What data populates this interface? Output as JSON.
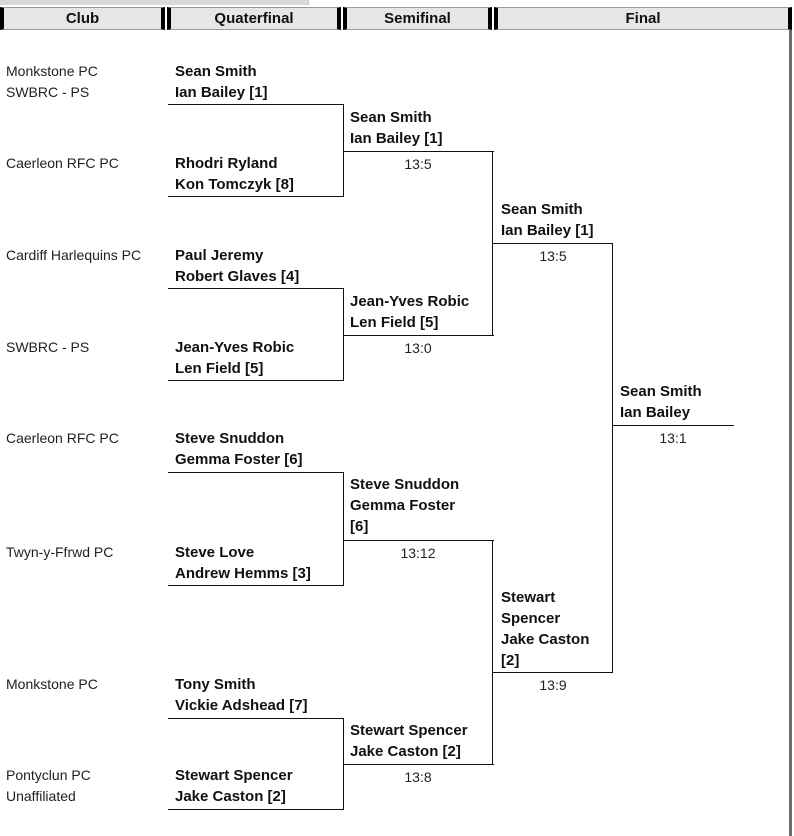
{
  "headers": {
    "club": "Club",
    "quarterfinal": "Quaterfinal",
    "semifinal": "Semifinal",
    "final": "Final"
  },
  "clubs": [
    [
      "Monkstone PC",
      "SWBRC - PS"
    ],
    [
      "Caerleon RFC PC"
    ],
    [
      "Cardiff Harlequins PC"
    ],
    [
      "SWBRC - PS"
    ],
    [
      "Caerleon RFC PC"
    ],
    [
      "Twyn-y-Ffrwd PC"
    ],
    [
      "Monkstone PC"
    ],
    [
      "Pontyclun PC",
      "Unaffiliated"
    ]
  ],
  "quarterfinal": [
    [
      "Sean Smith",
      "Ian Bailey [1]"
    ],
    [
      "Rhodri Ryland",
      "Kon Tomczyk [8]"
    ],
    [
      "Paul Jeremy",
      "Robert Glaves [4]"
    ],
    [
      "Jean-Yves Robic",
      "Len Field [5]"
    ],
    [
      "Steve Snuddon",
      "Gemma Foster [6]"
    ],
    [
      "Steve Love",
      "Andrew Hemms [3]"
    ],
    [
      "Tony Smith",
      "Vickie Adshead [7]"
    ],
    [
      "Stewart Spencer",
      "Jake Caston [2]"
    ]
  ],
  "semifinal": [
    {
      "team": [
        "Sean Smith",
        "Ian Bailey [1]"
      ],
      "score": "13:5"
    },
    {
      "team": [
        "Jean-Yves Robic",
        "Len Field [5]"
      ],
      "score": "13:0"
    },
    {
      "team": [
        "Steve Snuddon",
        "Gemma Foster",
        "[6]"
      ],
      "score": "13:12"
    },
    {
      "team": [
        "Stewart Spencer",
        "Jake Caston [2]"
      ],
      "score": "13:8"
    }
  ],
  "final": [
    {
      "team": [
        "Sean Smith",
        "Ian Bailey [1]"
      ],
      "score": "13:5"
    },
    {
      "team": [
        "Stewart",
        "Spencer",
        "Jake Caston",
        "[2]"
      ],
      "score": "13:9"
    }
  ],
  "winner": {
    "team": [
      "Sean Smith",
      "Ian Bailey"
    ],
    "score": "13:1"
  }
}
